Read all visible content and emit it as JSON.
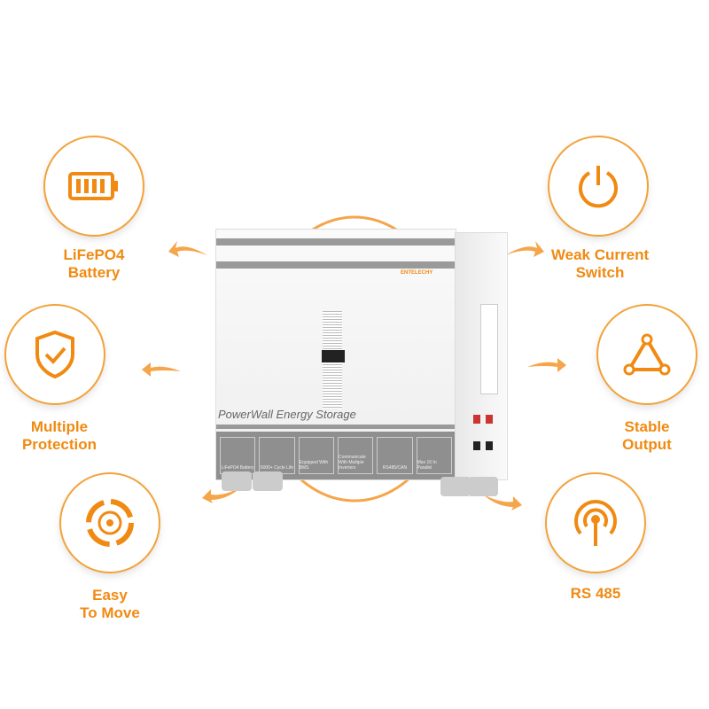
{
  "product": {
    "name": "PowerWall Energy Storage",
    "brand": "ENTELECHY",
    "panel": [
      "LiFePO4 Battery",
      "6000+ Cycle Life",
      "Equipped With BMS",
      "Communicate With Multiple Inverters",
      "RS485/CAN",
      "Max 16 In Parallel"
    ]
  },
  "features": [
    {
      "icon": "battery-icon",
      "label1": "LiFePO4",
      "label2": "Battery"
    },
    {
      "icon": "power-icon",
      "label1": "Weak Current",
      "label2": "Switch"
    },
    {
      "icon": "shield-check-icon",
      "label1": "Multiple",
      "label2": "Protection"
    },
    {
      "icon": "triangle-nodes-icon",
      "label1": "Stable",
      "label2": "Output"
    },
    {
      "icon": "wheel-icon",
      "label1": "Easy",
      "label2": "To Move"
    },
    {
      "icon": "signal-icon",
      "label1": "RS 485",
      "label2": ""
    }
  ],
  "colors": {
    "accent": "#f08a12"
  }
}
